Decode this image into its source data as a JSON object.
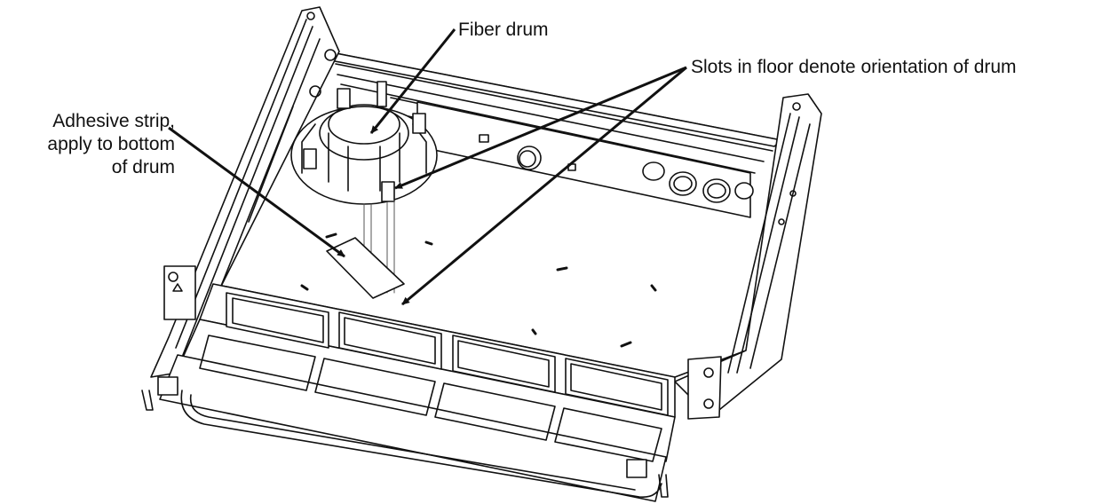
{
  "labels": {
    "fiber_drum": "Fiber drum",
    "slots": "Slots in floor denote orientation of drum",
    "adhesive": [
      "Adhesive strip,",
      "apply to bottom",
      "of drum"
    ]
  },
  "colors": {
    "line": "#111111",
    "panel": "#ffffff",
    "shade": "#e9e9e9"
  }
}
